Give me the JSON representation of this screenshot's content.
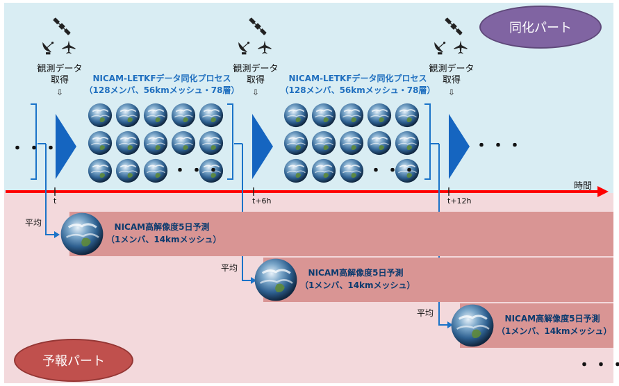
{
  "title_assimilation": "同化パート",
  "title_forecast": "予報パート",
  "observation": {
    "line1": "観測データ",
    "line2": "取得",
    "arrow": "⇩"
  },
  "process": {
    "line1": "NICAM-LETKFデータ同化プロセス",
    "line2": "（128メンバ、56kmメッシュ・78層）"
  },
  "ensemble_ellipsis": "・・・",
  "time_axis_label": "時間",
  "ticks": [
    "t",
    "t+6h",
    "t+12h"
  ],
  "average_label": "平均",
  "forecast": {
    "line1": "NICAM高解像度5日予測",
    "line2": "（1メンバ、14kmメッシュ）"
  },
  "continuation": "・・・",
  "colors": {
    "timeline": "#ff0000",
    "assim_bg": "#d9edf3",
    "forecast_bg": "#f3d9dc",
    "forecast_band": "#d99594",
    "process_text": "#1f6fbf",
    "bracket": "#1a73c8"
  },
  "icons": [
    "satellite-icon",
    "radar-dish-icon",
    "airplane-icon",
    "earth-globe-icon"
  ]
}
